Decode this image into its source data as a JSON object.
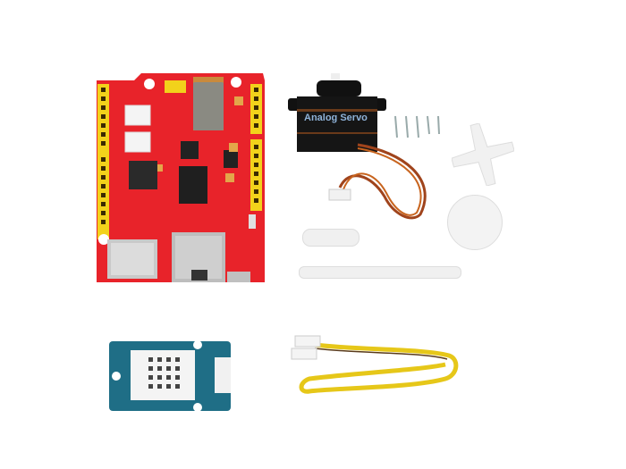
{
  "scene": {
    "type": "product-photo",
    "description": "Electronics kit laid out on white background",
    "background_color": "#ffffff"
  },
  "items": [
    {
      "id": "main-board",
      "label": "Red Arduino-compatible WiFi/Ethernet shield board",
      "color": "#e8232a"
    },
    {
      "id": "servo",
      "label": "Analog Servo",
      "text": "Analog Servo",
      "color": "#1a1a1a"
    },
    {
      "id": "screws",
      "label": "Screws",
      "count": 5
    },
    {
      "id": "servo-horn-cross",
      "label": "Cross servo horn"
    },
    {
      "id": "servo-horn-round",
      "label": "Round servo horn"
    },
    {
      "id": "servo-horn-single",
      "label": "Single-arm servo horn"
    },
    {
      "id": "servo-horn-double",
      "label": "Double-arm servo horn"
    },
    {
      "id": "temp-humidity-sensor",
      "label": "Temperature & humidity sensor module",
      "color": "#1f6e86"
    },
    {
      "id": "grove-cable",
      "label": "4-pin connector cable",
      "color": "#e6c719"
    }
  ]
}
